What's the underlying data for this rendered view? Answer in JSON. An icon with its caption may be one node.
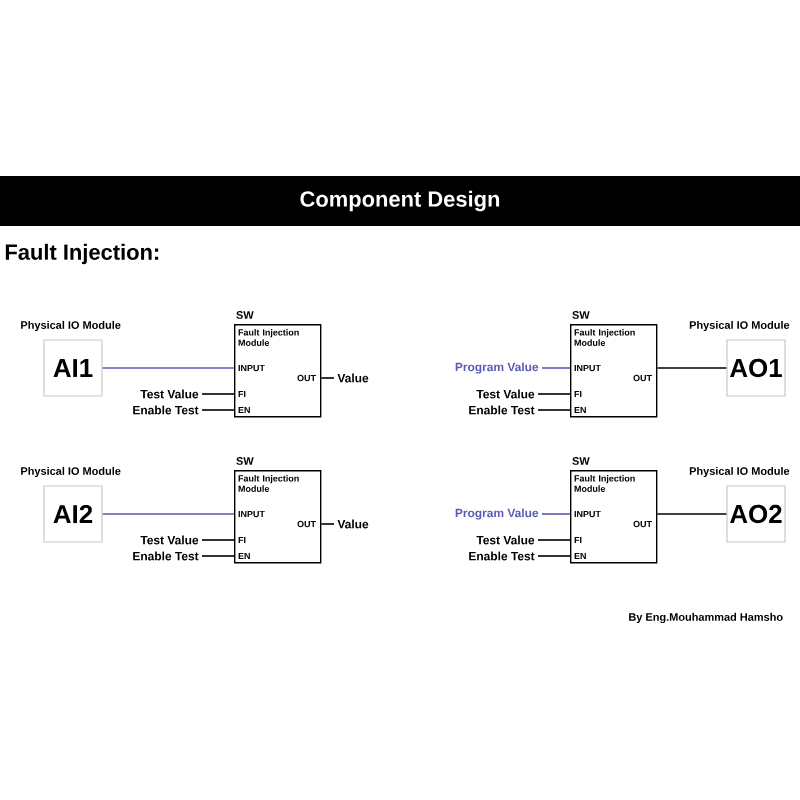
{
  "diagram": {
    "title": "Component Design",
    "nodes": [
      {
        "text": [
          "Physical IO Module",
          "AI1"
        ]
      },
      {
        "text": [
          "SW",
          "Fault Injection Module",
          "INPUT",
          "OUT",
          "FI",
          "EN"
        ]
      },
      {
        "text": [
          "Value"
        ]
      },
      {
        "text": [
          "Test Value"
        ]
      },
      {
        "text": [
          "Enable Test"
        ]
      },
      {
        "text": [
          "Program Value"
        ]
      },
      {
        "text": [
          "SW",
          "Fault Injection Module",
          "INPUT",
          "OUT",
          "FI",
          "EN"
        ]
      },
      {
        "text": [
          "Physical IO Module",
          "AO1"
        ]
      },
      {
        "text": [
          "Test Value"
        ]
      },
      {
        "text": [
          "Enable Test"
        ]
      },
      {
        "text": [
          "Physical IO Module",
          "AI2"
        ]
      },
      {
        "text": [
          "SW",
          "Fault Injection Module",
          "INPUT",
          "OUT",
          "FI",
          "EN"
        ]
      },
      {
        "text": [
          "Value"
        ]
      },
      {
        "text": [
          "Test Value"
        ]
      },
      {
        "text": [
          "Enable Test"
        ]
      },
      {
        "text": [
          "Program Value"
        ]
      },
      {
        "text": [
          "SW",
          "Fault Injection Module",
          "INPUT",
          "OUT",
          "FI",
          "EN"
        ]
      },
      {
        "text": [
          "Physical IO Module",
          "AO2"
        ]
      },
      {
        "text": [
          "Test Value"
        ]
      },
      {
        "text": [
          "Enable Test"
        ]
      }
    ],
    "edges": [
      {
        "from": 0,
        "to": 1,
        "arrow": "none",
        "color": "#5a5ab4"
      },
      {
        "from": 1,
        "to": 2,
        "arrow": "none"
      },
      {
        "from": 3,
        "to": 1,
        "arrow": "none"
      },
      {
        "from": 4,
        "to": 1,
        "arrow": "none"
      },
      {
        "from": 5,
        "to": 6,
        "arrow": "none",
        "color": "#5a5ab4"
      },
      {
        "from": 6,
        "to": 7,
        "arrow": "none"
      },
      {
        "from": 8,
        "to": 6,
        "arrow": "none"
      },
      {
        "from": 9,
        "to": 6,
        "arrow": "none"
      },
      {
        "from": 10,
        "to": 11,
        "arrow": "none",
        "color": "#5a5ab4"
      },
      {
        "from": 11,
        "to": 12,
        "arrow": "none"
      },
      {
        "from": 13,
        "to": 11,
        "arrow": "none"
      },
      {
        "from": 14,
        "to": 11,
        "arrow": "none"
      },
      {
        "from": 15,
        "to": 16,
        "arrow": "none",
        "color": "#5a5ab4"
      },
      {
        "from": 16,
        "to": 17,
        "arrow": "none"
      },
      {
        "from": 18,
        "to": 16,
        "arrow": "none"
      },
      {
        "from": 19,
        "to": 16,
        "arrow": "none"
      }
    ],
    "labels": [
      "Fault Injection:",
      "By Eng.Mouhammad Hamsho"
    ]
  }
}
